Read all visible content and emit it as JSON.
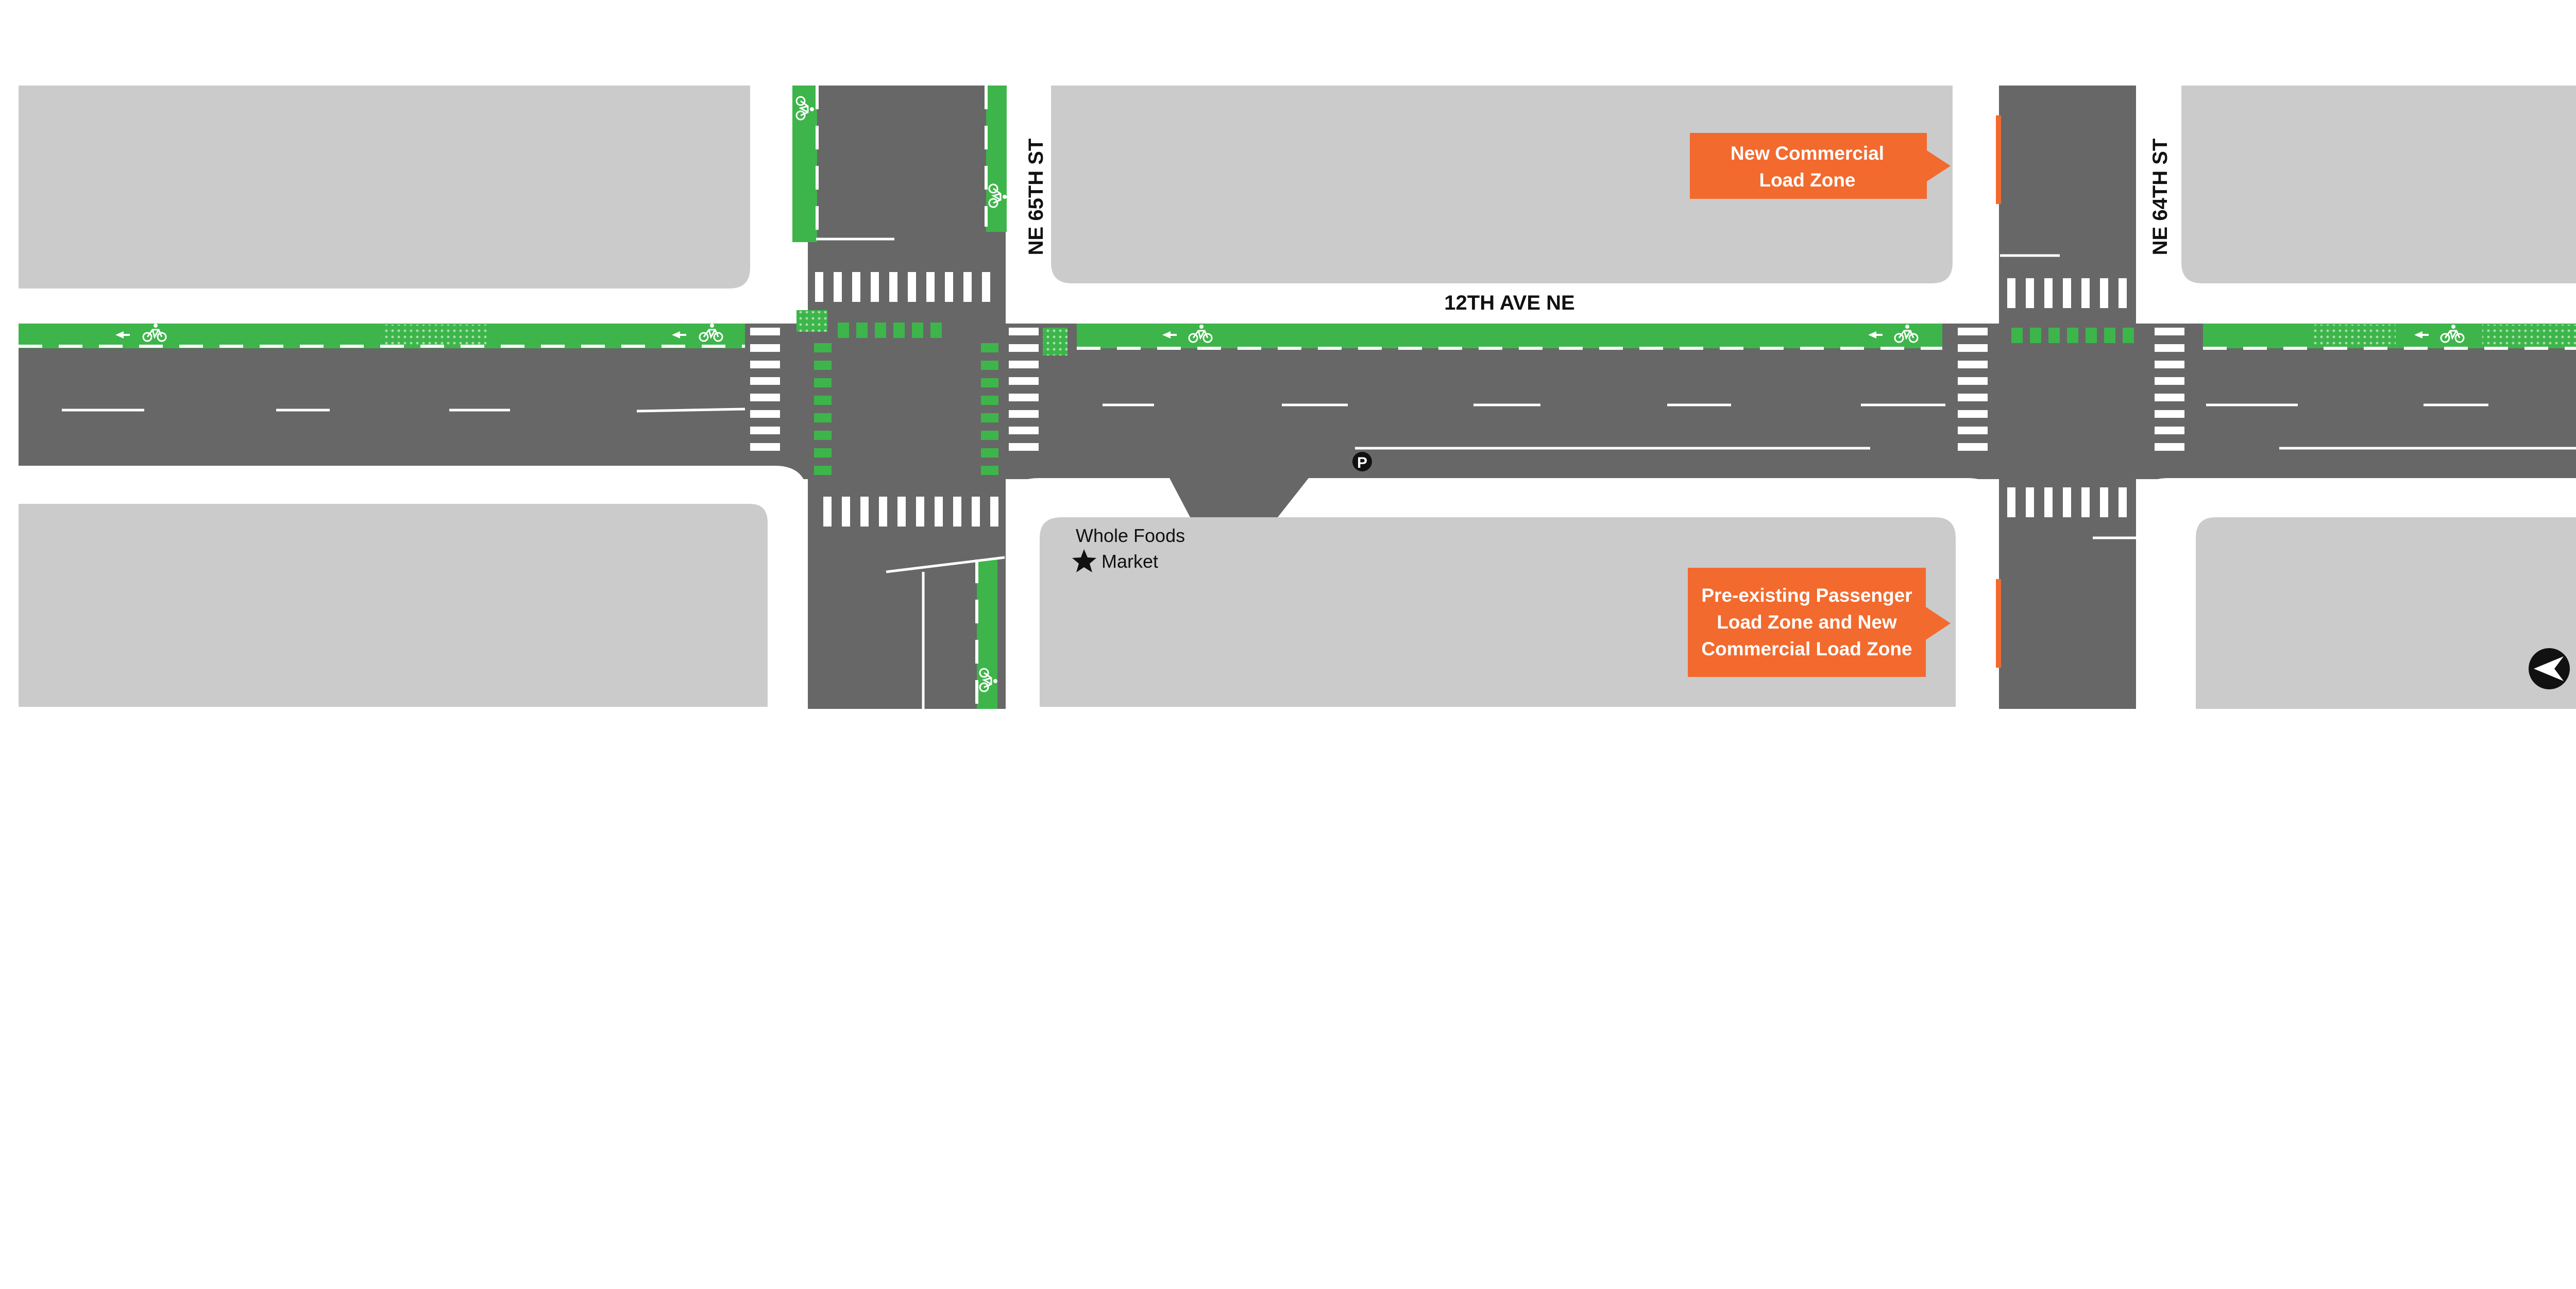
{
  "map": {
    "streets": {
      "main_avenue": "12TH AVE NE",
      "cross_street_west": "NE 65TH ST",
      "cross_street_east": "NE 64TH ST"
    },
    "poi": {
      "name_line1": "Whole Foods",
      "name_line2": "Market",
      "marker_icon": "star-icon"
    },
    "parking_symbol": "P",
    "callouts": {
      "north": {
        "line1": "New Commercial",
        "line2": "Load Zone"
      },
      "south": {
        "line1": "Pre-existing Passenger",
        "line2": "Load Zone and New",
        "line3": "Commercial Load Zone"
      }
    },
    "icons": {
      "bike_lane": "bicycle-icon",
      "direction_arrow": "arrow-icon",
      "north_arrow": "north-arrow-icon"
    },
    "colors": {
      "road": "#676767",
      "block": "#cbcbcb",
      "sidewalk": "#ffffff",
      "bike_lane": "#3db54a",
      "load_zone": "#f26a2e",
      "label_text": "#111111"
    }
  }
}
